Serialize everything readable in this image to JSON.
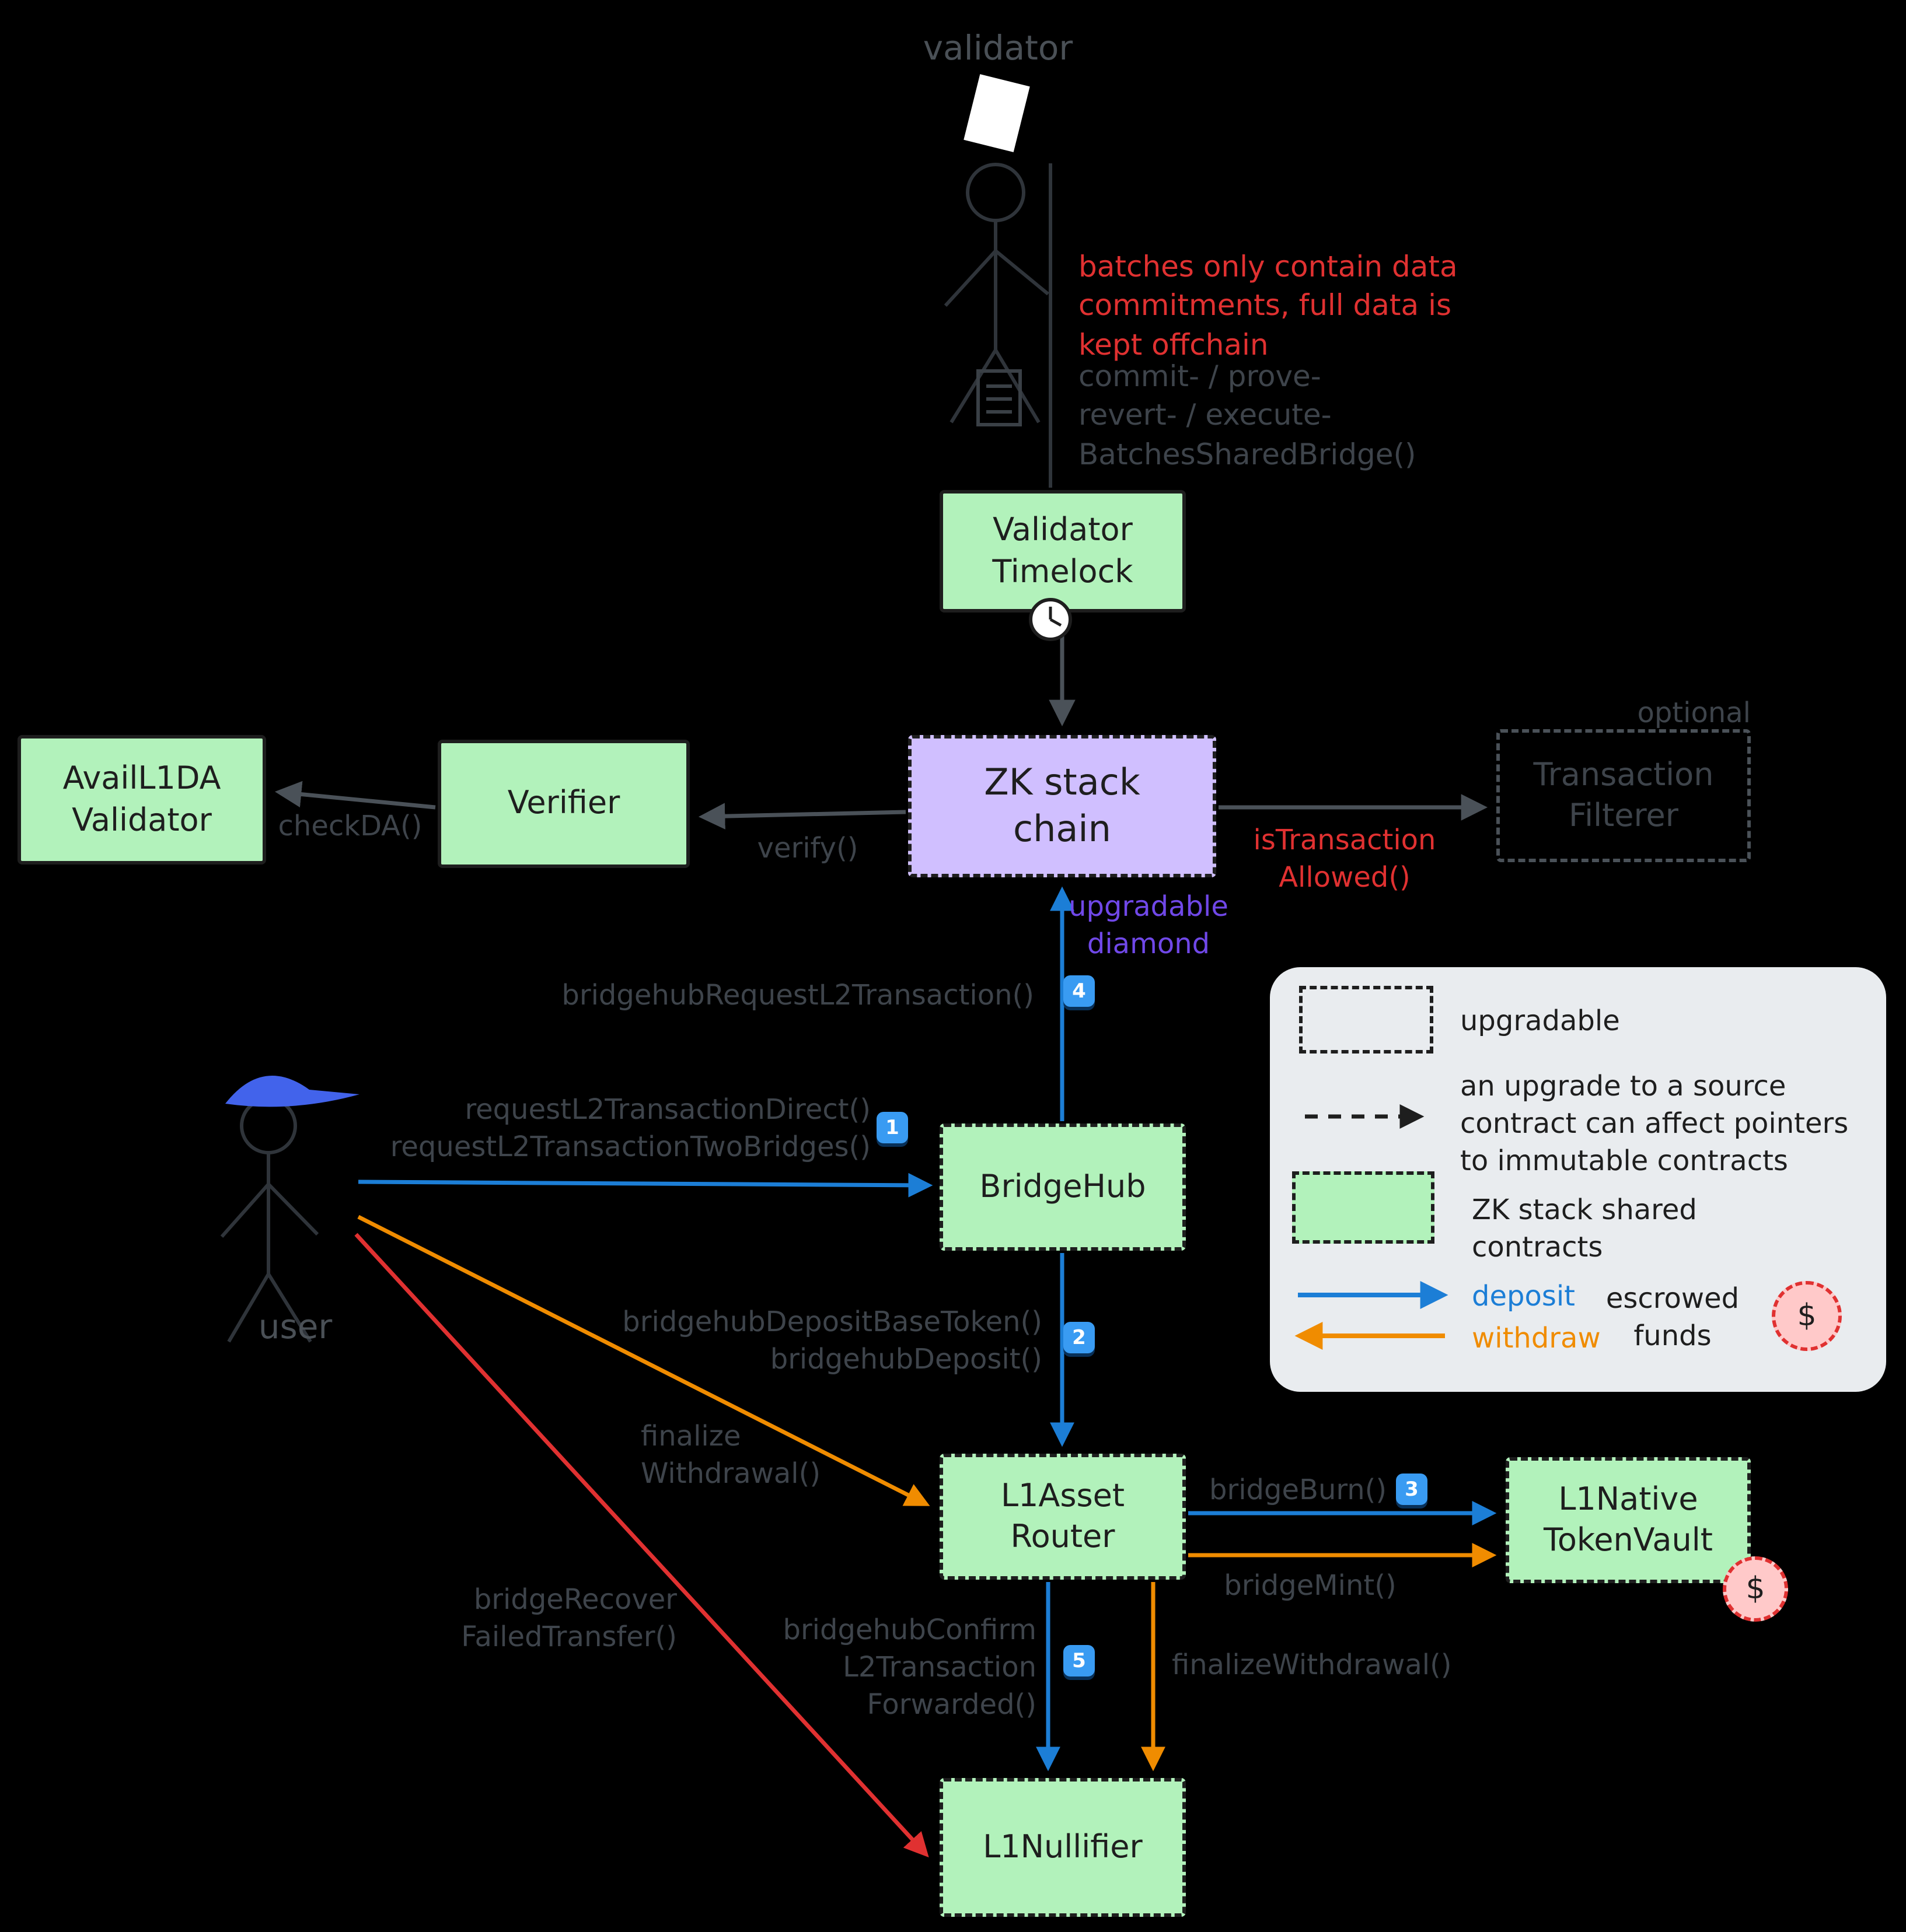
{
  "colors": {
    "background": "#000000",
    "green_fill": "#b2f2bb",
    "purple_fill": "#d0bfff",
    "purple_text": "#7048e8",
    "red": "#e03131",
    "blue": "#1c7ed6",
    "orange": "#f08c00",
    "gray_label": "#3e444b",
    "legend_bg": "#e9ecef",
    "pink": "#ffc9c9"
  },
  "actors": {
    "validator": {
      "label": "validator"
    },
    "user": {
      "label": "user"
    }
  },
  "nodes": {
    "validator_timelock": {
      "label": "Validator\nTimelock"
    },
    "zk_stack_chain": {
      "label": "ZK stack\nchain"
    },
    "verifier": {
      "label": "Verifier"
    },
    "avail_l1da_validator": {
      "label": "AvailL1DA\nValidator"
    },
    "transaction_filterer": {
      "label": "Transaction\nFilterer",
      "tag": "optional"
    },
    "bridgehub": {
      "label": "BridgeHub"
    },
    "l1_asset_router": {
      "label": "L1Asset\nRouter"
    },
    "l1_native_token_vault": {
      "label": "L1Native\nTokenVault"
    },
    "l1_nullifier": {
      "label": "L1Nullifier"
    }
  },
  "notes": {
    "batches_note": "batches only contain data\ncommitments, full data is\nkept offchain",
    "commit_note": "commit- / prove-\nrevert- / execute-\nBatchesSharedBridge()",
    "upgradable_diamond": "upgradable\ndiamond"
  },
  "edges": {
    "check_da": "checkDA()",
    "verify": "verify()",
    "is_transaction_allowed": "isTransaction\nAllowed()",
    "bridgehub_request": "bridgehubRequestL2Transaction()",
    "request_direct": "requestL2TransactionDirect()",
    "request_two_bridges": "requestL2TransactionTwoBridges()",
    "deposit_base_token": "bridgehubDepositBaseToken()",
    "bridgehub_deposit": "bridgehubDeposit()",
    "finalize_withdrawal_user": "finalize\nWithdrawal()",
    "bridge_recover": "bridgeRecover\nFailedTransfer()",
    "bridge_burn": "bridgeBurn()",
    "bridge_mint": "bridgeMint()",
    "bridgehub_confirm": "bridgehubConfirm\nL2Transaction\nForwarded()",
    "finalize_withdrawal": "finalizeWithdrawal()"
  },
  "badges": [
    "1",
    "2",
    "3",
    "4",
    "5"
  ],
  "legend": {
    "upgradable": "upgradable",
    "upgrade_pointer": "an upgrade to a source\ncontract can affect pointers\nto immutable contracts",
    "shared_contracts": "ZK stack shared\ncontracts",
    "deposit": "deposit",
    "withdraw": "withdraw",
    "escrowed": "escrowed\nfunds",
    "dollar": "$"
  }
}
